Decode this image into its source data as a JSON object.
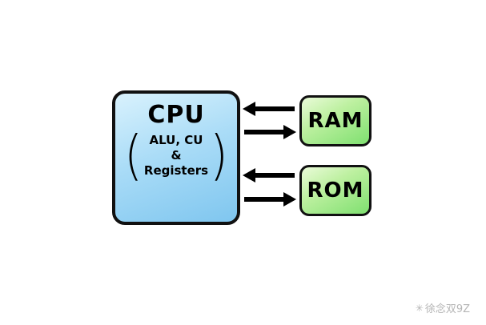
{
  "diagram": {
    "cpu": {
      "title": "CPU",
      "paren_open": "(",
      "paren_close": ")",
      "sub_line1": "ALU, CU",
      "sub_line2": "&",
      "sub_line3": "Registers",
      "fill_top": "#d9f2fd",
      "fill_bottom": "#7fc6ef",
      "border_color": "#111111"
    },
    "ram": {
      "label": "RAM",
      "fill_top": "#eafbd9",
      "fill_bottom": "#7fe070",
      "border_color": "#111111"
    },
    "rom": {
      "label": "ROM",
      "fill_top": "#eafbd9",
      "fill_bottom": "#7fe070",
      "border_color": "#111111"
    },
    "arrows": [
      {
        "name": "ram-to-cpu",
        "direction": "left"
      },
      {
        "name": "cpu-to-ram",
        "direction": "right"
      },
      {
        "name": "rom-to-cpu",
        "direction": "left"
      },
      {
        "name": "cpu-to-rom",
        "direction": "right"
      }
    ],
    "arrow_color": "#000000"
  },
  "watermark": {
    "icon": "✳",
    "text": "徐念双9Z"
  }
}
